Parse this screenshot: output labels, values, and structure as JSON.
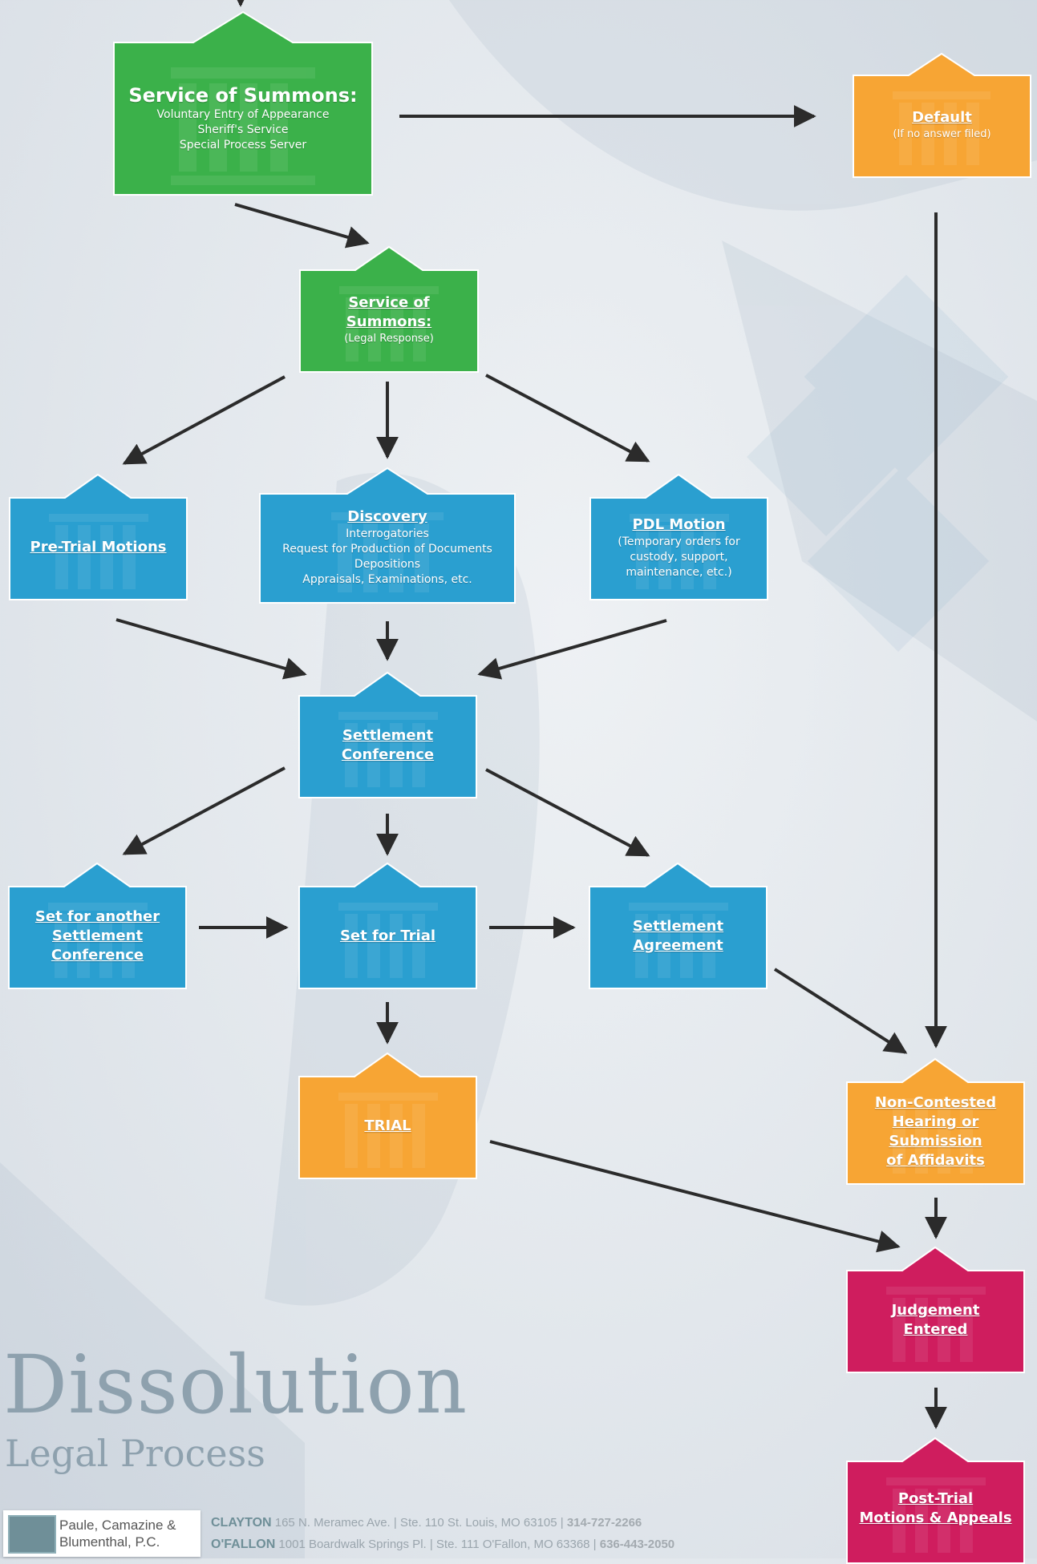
{
  "diagram": {
    "heading": "Dissolution",
    "subheading": "Legal Process",
    "colors": {
      "green": "#3bb14a",
      "blue": "#2a9fd0",
      "orange": "#f7a534",
      "magenta": "#cf1d5e",
      "arrow": "#2b2b2b"
    },
    "nodes": {
      "service_voluntary": {
        "title": "Service of Summons:",
        "sub": "Voluntary Entry of Appearance\nSheriff's Service\nSpecial Process Server"
      },
      "default": {
        "title": "Default",
        "sub": "(If no answer filed)"
      },
      "legal_response": {
        "title": "Service of Summons:",
        "sub": "(Legal Response)"
      },
      "pretrial_motions": {
        "title": "Pre-Trial Motions"
      },
      "discovery": {
        "title": "Discovery",
        "sub": "Interrogatories\nRequest for Production of Documents\nDepositions\nAppraisals, Examinations, etc."
      },
      "pdl_motion": {
        "title": "PDL Motion",
        "sub": "(Temporary orders for\ncustody, support,\nmaintenance, etc.)"
      },
      "settlement_conference": {
        "title": "Settlement\nConference"
      },
      "another_conference": {
        "title": "Set for another\nSettlement\nConference"
      },
      "set_for_trial": {
        "title": "Set for Trial"
      },
      "settlement_agreement": {
        "title": "Settlement\nAgreement"
      },
      "trial": {
        "title": "TRIAL"
      },
      "non_contested": {
        "title": "Non-Contested\nHearing or Submission\nof Affidavits"
      },
      "judgement": {
        "title": "Judgement\nEntered"
      },
      "post_trial": {
        "title": "Post-Trial\nMotions & Appeals"
      }
    }
  },
  "footer": {
    "firm_name": "Paule, Camazine &\nBlumenthal, P.C.",
    "offices": [
      {
        "city": "CLAYTON",
        "address": " 165 N. Meramec Ave. | Ste. 110 St. Louis, MO 63105 | ",
        "phone": "314-727-2266"
      },
      {
        "city": "O'FALLON",
        "address": " 1001 Boardwalk Springs Pl. | Ste. 111 O'Fallon, MO 63368 | ",
        "phone": "636-443-2050"
      }
    ]
  }
}
